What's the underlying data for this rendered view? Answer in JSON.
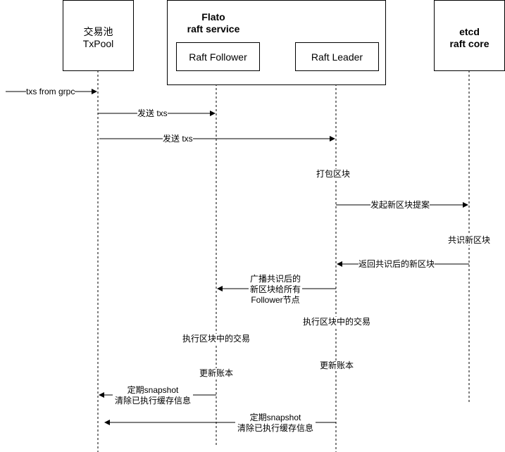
{
  "participants": {
    "txpool": {
      "line1": "交易池",
      "line2": "TxPool"
    },
    "flato": {
      "line1": "Flato",
      "line2": "raft service"
    },
    "follower": {
      "label": "Raft Follower"
    },
    "leader": {
      "label": "Raft Leader"
    },
    "etcd": {
      "line1": "etcd",
      "line2": "raft core"
    }
  },
  "messages": {
    "txs_from_grpc": "txs from grpc",
    "send_txs_follower": "发送 txs",
    "send_txs_leader": "发送 txs",
    "pack_block": "打包区块",
    "propose_block": "发起新区块提案",
    "consensus_block": "共识新区块",
    "return_block": "返回共识后的新区块",
    "broadcast_line1": "广播共识后的",
    "broadcast_line2": "新区块给所有",
    "broadcast_line3": "Follower节点",
    "leader_exec": "执行区块中的交易",
    "follower_exec": "执行区块中的交易",
    "follower_update": "更新账本",
    "leader_update": "更新账本",
    "follower_snapshot_line1": "定期snapshot",
    "follower_snapshot_line2": "清除已执行缓存信息",
    "leader_snapshot_line1": "定期snapshot",
    "leader_snapshot_line2": "清除已执行缓存信息"
  }
}
